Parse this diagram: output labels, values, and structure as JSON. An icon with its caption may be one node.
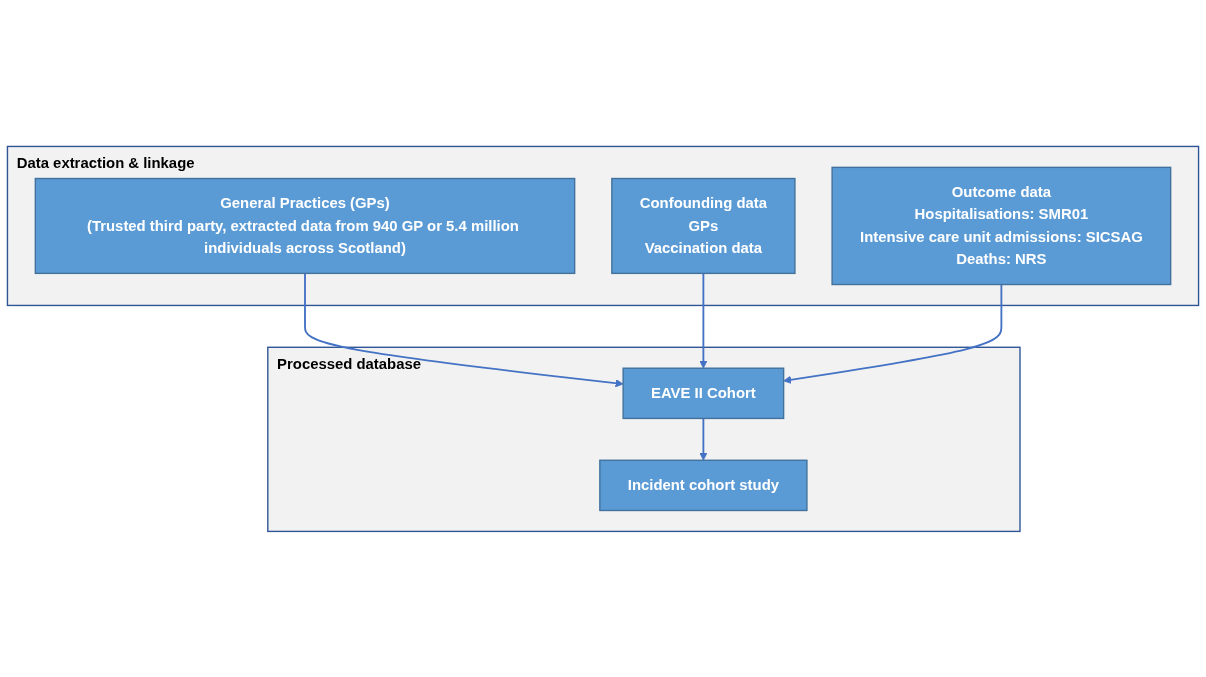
{
  "diagram": {
    "nodes": [
      {
        "text": [
          "Data extraction & linkage"
        ]
      },
      {
        "text": [
          "General Practices (GPs)",
          "(Trusted third party, extracted data from 940 GP or 5.4 million individuals across Scotland)"
        ],
        "in": 0
      },
      {
        "text": [
          "Confounding data",
          "GPs",
          "Vaccination data"
        ],
        "in": 0
      },
      {
        "text": [
          "Outcome data",
          "Hospitalisations: SMR01",
          "Intensive care unit admissions: SICSAG",
          "Deaths: NRS"
        ],
        "in": 0
      },
      {
        "text": [
          "Processed database"
        ]
      },
      {
        "text": [
          "EAVE II Cohort"
        ],
        "in": 4
      },
      {
        "text": [
          "Incident cohort study"
        ],
        "in": 4
      }
    ],
    "edges": [
      {
        "from": 1,
        "to": 5,
        "arrow": "to"
      },
      {
        "from": 2,
        "to": 5,
        "arrow": "to"
      },
      {
        "from": 3,
        "to": 5,
        "arrow": "to"
      },
      {
        "from": 5,
        "to": 6,
        "arrow": "to"
      }
    ]
  }
}
